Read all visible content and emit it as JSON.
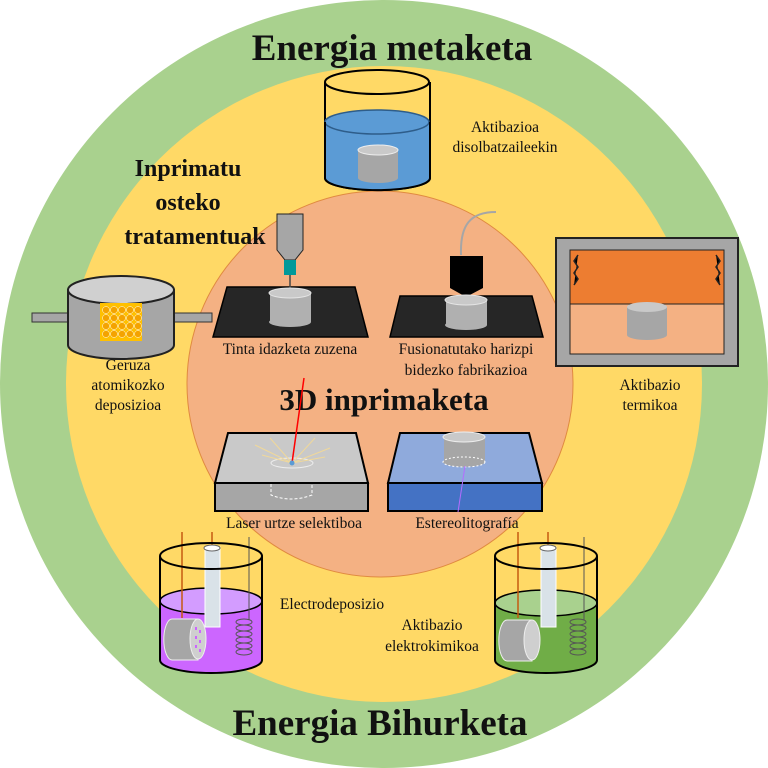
{
  "titles": {
    "top": "Energia metaketa",
    "bottom": "Energia Bihurketa",
    "center": "3D inprimaketa",
    "post": [
      "Inprimatu",
      "osteko",
      "tratamentuak"
    ]
  },
  "labels": {
    "solvent_1": "Aktibazioa",
    "solvent_2": "disolbatzaileekin",
    "diw": "Tinta idazketa zuzena",
    "fff_1": "Fusionatutako harizpi",
    "fff_2": "bidezko  fabrikazioa",
    "thermal_1": "Aktibazio",
    "thermal_2": "termikoa",
    "ald_1": "Geruza",
    "ald_2": "atomikozko",
    "ald_3": "deposizioa",
    "slm": "Laser urtze selektiboa",
    "sla": "Estereolitografía",
    "electrodep": "Electrodeposizio",
    "electrochem_1": "Aktibazio",
    "electrochem_2": "elektrokimikoa"
  },
  "colors": {
    "outer_ring": "#a9d18e",
    "middle_ring": "#ffd966",
    "inner_circle": "#f4b183",
    "solvent": "#5b9bd5",
    "oven": "#ed7d31",
    "purple_liquid": "#cc66ff",
    "green_liquid": "#70ad47"
  }
}
